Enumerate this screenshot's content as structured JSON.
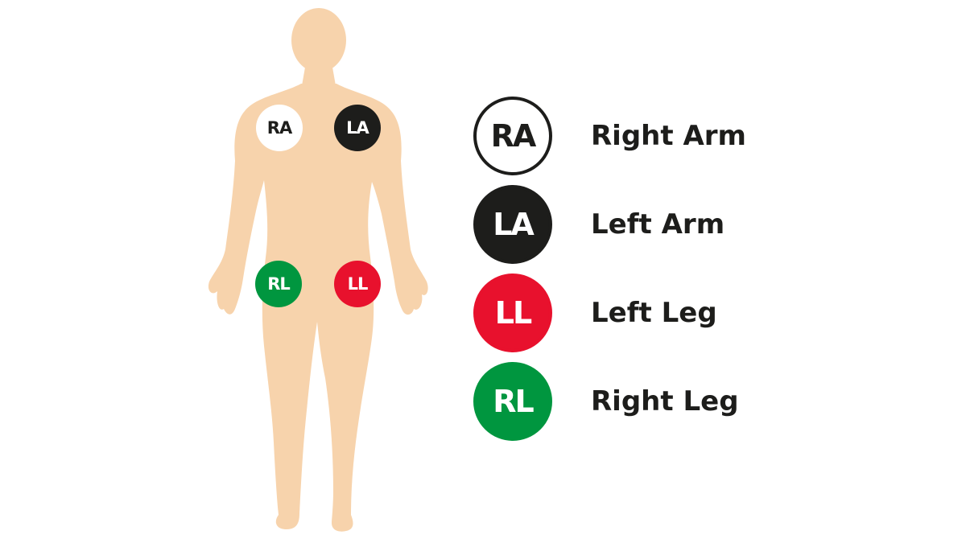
{
  "colors": {
    "skin": "#f7d3ac",
    "white": "#ffffff",
    "black": "#1d1d1b",
    "red": "#e8112d",
    "green": "#00963f"
  },
  "figure": {
    "icon": "human-body-silhouette-icon"
  },
  "body_electrodes": [
    {
      "code": "RA",
      "bg": "#ffffff",
      "fg": "#1d1d1b"
    },
    {
      "code": "LA",
      "bg": "#1d1d1b",
      "fg": "#ffffff"
    },
    {
      "code": "RL",
      "bg": "#00963f",
      "fg": "#ffffff"
    },
    {
      "code": "LL",
      "bg": "#e8112d",
      "fg": "#ffffff"
    }
  ],
  "legend": [
    {
      "code": "RA",
      "label": "Right Arm",
      "bg": "#ffffff",
      "fg": "#1d1d1b",
      "border": "#1d1d1b"
    },
    {
      "code": "LA",
      "label": "Left Arm",
      "bg": "#1d1d1b",
      "fg": "#ffffff",
      "border": "#1d1d1b"
    },
    {
      "code": "LL",
      "label": "Left Leg",
      "bg": "#e8112d",
      "fg": "#ffffff",
      "border": "#e8112d"
    },
    {
      "code": "RL",
      "label": "Right Leg",
      "bg": "#00963f",
      "fg": "#ffffff",
      "border": "#00963f"
    }
  ]
}
